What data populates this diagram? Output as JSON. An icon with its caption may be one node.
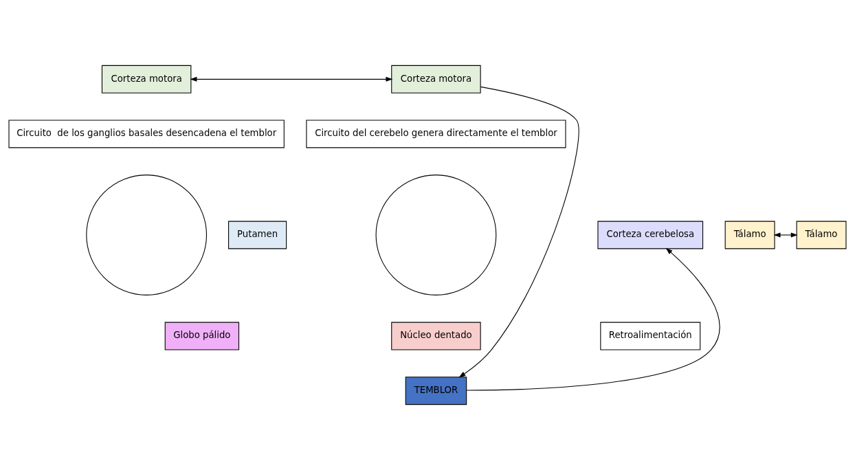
{
  "diagram": {
    "nodes": [
      {
        "text": [
          "Corteza motora"
        ]
      },
      {
        "text": [
          "Corteza motora"
        ]
      },
      {
        "text": [],
        "shape": "circle"
      },
      {
        "text": [
          "Circuito  de los ganglios basales desencadena el temblor"
        ]
      },
      {
        "text": [],
        "shape": "circle"
      },
      {
        "text": [
          "Circuito del cerebelo genera directamente el temblor"
        ]
      },
      {
        "text": [
          "Putamen"
        ]
      },
      {
        "text": [
          "Tálamo"
        ]
      },
      {
        "text": [
          "Tálamo"
        ]
      },
      {
        "text": [
          "Corteza cerebelosa"
        ]
      },
      {
        "text": [
          "Retroalimentación"
        ]
      },
      {
        "text": [
          "Globo pálido"
        ]
      },
      {
        "text": [
          "Núcleo dentado"
        ]
      },
      {
        "text": [
          "TEMBLOR"
        ]
      }
    ],
    "edges": [
      {
        "from": 0,
        "to": 1,
        "arrow": "both"
      },
      {
        "from": 7,
        "to": 8,
        "arrow": "both"
      },
      {
        "from": 1,
        "to": 13,
        "arrow": "to"
      },
      {
        "from": 13,
        "to": 9,
        "arrow": "to"
      }
    ]
  }
}
